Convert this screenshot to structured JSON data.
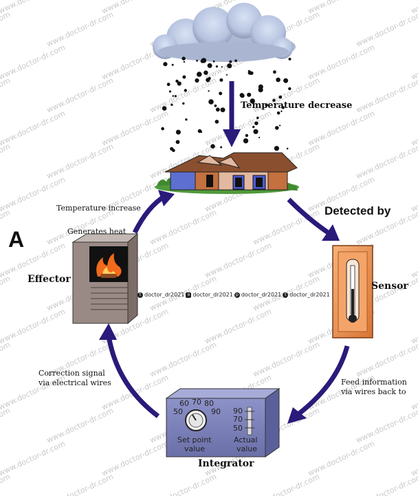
{
  "panel_letter": "A",
  "labels": {
    "temperature_decrease": "Temperature decrease",
    "detected_by": "Detected by",
    "sensor": "Sensor",
    "feed_info_line1": "Feed information",
    "feed_info_line2": "via wires back to",
    "integrator": "Integrator",
    "correction_line1": "Correction signal",
    "correction_line2": "via electrical wires",
    "effector": "Effector",
    "generates_heat": "Generates heat",
    "temperature_increase": "Temperature increase"
  },
  "integrator_panel": {
    "set_point_line1": "Set point",
    "set_point_line2": "value",
    "actual_line1": "Actual",
    "actual_line2": "value",
    "dial_numbers": [
      "50",
      "60",
      "70",
      "80",
      "90"
    ],
    "scale_numbers": [
      "90",
      "70",
      "50"
    ]
  },
  "social": {
    "twitter": "doctor_dr2021",
    "instagram": "doctor_dr2021",
    "pinterest": "doctor_dr2021",
    "tumblr": "doctor_dr2021"
  },
  "watermark": "www.doctor-dr.com",
  "colors": {
    "arrow": "#2a1a7a",
    "sensor_frame": "#e8894a",
    "integrator_box": "#7a7fb8",
    "effector_box": "#9a8a86",
    "fire": "#f26a1b",
    "house_roof": "#8a4f2e",
    "house_wall": "#c4703f",
    "house_door": "#5566cc"
  }
}
